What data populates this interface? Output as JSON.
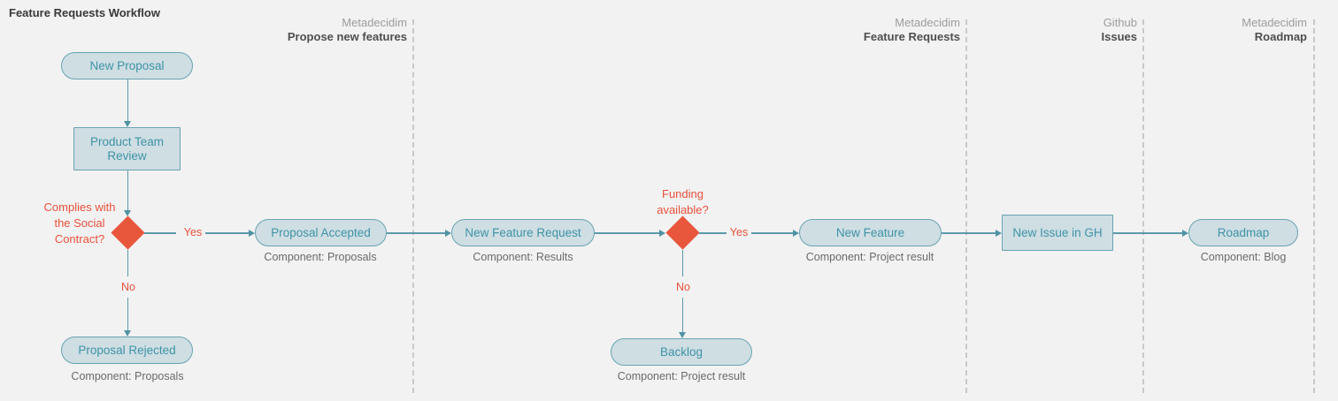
{
  "title": "Feature Requests Workflow",
  "lanes": [
    {
      "system": "Metadecidim",
      "label": "Propose new features"
    },
    {
      "system": "Metadecidim",
      "label": "Feature Requests"
    },
    {
      "system": "Github",
      "label": "Issues"
    },
    {
      "system": "Metadecidim",
      "label": "Roadmap"
    }
  ],
  "nodes": {
    "new_proposal": {
      "label": "New Proposal"
    },
    "product_team_review": {
      "label": "Product Team Review"
    },
    "proposal_accepted": {
      "label": "Proposal Accepted",
      "component": "Component: Proposals"
    },
    "proposal_rejected": {
      "label": "Proposal Rejected",
      "component": "Component: Proposals"
    },
    "new_feature_request": {
      "label": "New Feature Request",
      "component": "Component: Results"
    },
    "new_feature": {
      "label": "New Feature",
      "component": "Component: Project result"
    },
    "backlog": {
      "label": "Backlog",
      "component": "Component: Project result"
    },
    "new_issue_gh": {
      "label": "New Issue in GH"
    },
    "roadmap": {
      "label": "Roadmap",
      "component": "Component: Blog"
    }
  },
  "decisions": {
    "social_contract": {
      "question": "Complies with the Social Contract?",
      "yes": "Yes",
      "no": "No"
    },
    "funding": {
      "question": "Funding available?",
      "yes": "Yes",
      "no": "No"
    }
  },
  "colors": {
    "background": "#f2f2f2",
    "node_fill": "#cedee3",
    "node_border": "#69a3b2",
    "node_text": "#3f93a6",
    "arrow": "#5b9aa9",
    "decision_fill": "#e8573c",
    "decision_text": "#e8513b",
    "caption_text": "#6a6a6a",
    "lane_header_system": "#9c9c9c",
    "lane_header_label": "#4e4e4e",
    "separator": "#c8c8c8"
  }
}
